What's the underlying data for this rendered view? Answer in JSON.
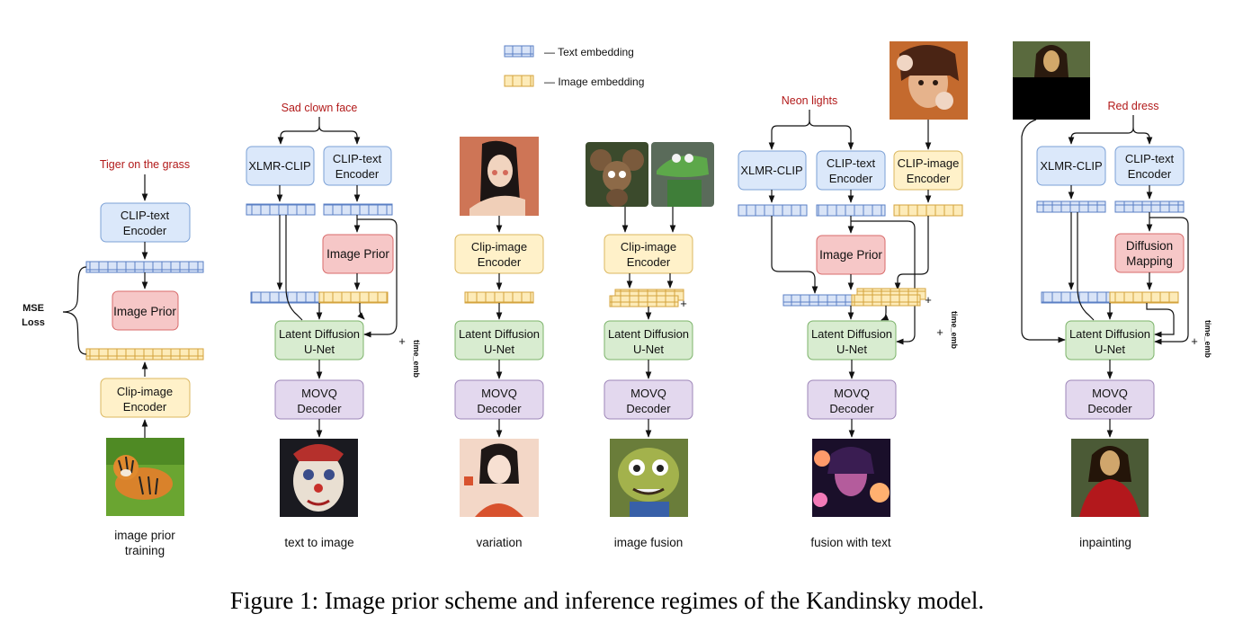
{
  "legend": {
    "text_embedding": "— Text embedding",
    "image_embedding": "— Image embedding"
  },
  "colors": {
    "text_emb_fill": "#d9e4f7",
    "text_emb_stroke": "#5a7fc4",
    "img_emb_fill": "#fdebb8",
    "img_emb_stroke": "#d4a33d",
    "blue_box": "#dbe8fa",
    "blue_box_stroke": "#7ba0d6",
    "red_box": "#f6c7c7",
    "red_box_stroke": "#d86b6b",
    "yellow_box": "#fff1c9",
    "yellow_box_stroke": "#dbb75f",
    "green_box": "#d8ecd0",
    "green_box_stroke": "#7cb36a",
    "purple_box": "#e3d8ee",
    "purple_box_stroke": "#9e86b8",
    "prompt_red": "#b21a1a"
  },
  "panels": {
    "prior": {
      "prompt": "Tiger on the grass",
      "clip_text_l1": "CLIP-text",
      "clip_text_l2": "Encoder",
      "image_prior": "Image Prior",
      "clip_image_l1": "Clip-image",
      "clip_image_l2": "Encoder",
      "loss_l1": "MSE",
      "loss_l2": "Loss",
      "caption_l1": "image prior",
      "caption_l2": "training",
      "image_icon": "tiger-photo"
    },
    "t2i": {
      "prompt": "Sad clown face",
      "xlmr": "XLMR-CLIP",
      "clip_text_l1": "CLIP-text",
      "clip_text_l2": "Encoder",
      "image_prior": "Image Prior",
      "unet_l1": "Latent Diffusion",
      "unet_l2": "U-Net",
      "movq_l1": "MOVQ",
      "movq_l2": "Decoder",
      "plus": "+",
      "time_emb": "time_emb",
      "caption": "text to image",
      "image_icon": "clown-photo"
    },
    "variation": {
      "clip_image_l1": "Clip-image",
      "clip_image_l2": "Encoder",
      "unet_l1": "Latent Diffusion",
      "unet_l2": "U-Net",
      "movq_l1": "MOVQ",
      "movq_l2": "Decoder",
      "caption": "variation",
      "input_icon": "woman-painting",
      "output_icon": "woman-illustration"
    },
    "fusion": {
      "clip_image_l1": "Clip-image",
      "clip_image_l2": "Encoder",
      "unet_l1": "Latent Diffusion",
      "unet_l2": "U-Net",
      "movq_l1": "MOVQ",
      "movq_l2": "Decoder",
      "plus": "+",
      "caption": "image fusion",
      "input1_icon": "cheburashka-photo",
      "input2_icon": "crocodile-photo",
      "output_icon": "fused-creature"
    },
    "fusion_text": {
      "prompt": "Neon lights",
      "xlmr": "XLMR-CLIP",
      "clip_text_l1": "CLIP-text",
      "clip_text_l2": "Encoder",
      "clip_image_l1": "CLIP-image",
      "clip_image_l2": "Encoder",
      "image_prior": "Image Prior",
      "unet_l1": "Latent Diffusion",
      "unet_l2": "U-Net",
      "movq_l1": "MOVQ",
      "movq_l2": "Decoder",
      "plus": "+",
      "time_emb": "time_emb",
      "caption": "fusion with text",
      "input_icon": "flower-woman-photo",
      "output_icon": "neon-woman-photo"
    },
    "inpaint": {
      "prompt": "Red dress",
      "xlmr": "XLMR-CLIP",
      "clip_text_l1": "CLIP-text",
      "clip_text_l2": "Encoder",
      "mapping_l1": "Diffusion",
      "mapping_l2": "Mapping",
      "unet_l1": "Latent Diffusion",
      "unet_l2": "U-Net",
      "movq_l1": "MOVQ",
      "movq_l2": "Decoder",
      "plus": "+",
      "time_emb": "time_emb",
      "caption": "inpainting",
      "input_icon": "masked-mona-lisa",
      "output_icon": "mona-lisa-red-dress"
    }
  },
  "figure_caption": "Figure 1: Image prior scheme and inference regimes of the Kandinsky model."
}
